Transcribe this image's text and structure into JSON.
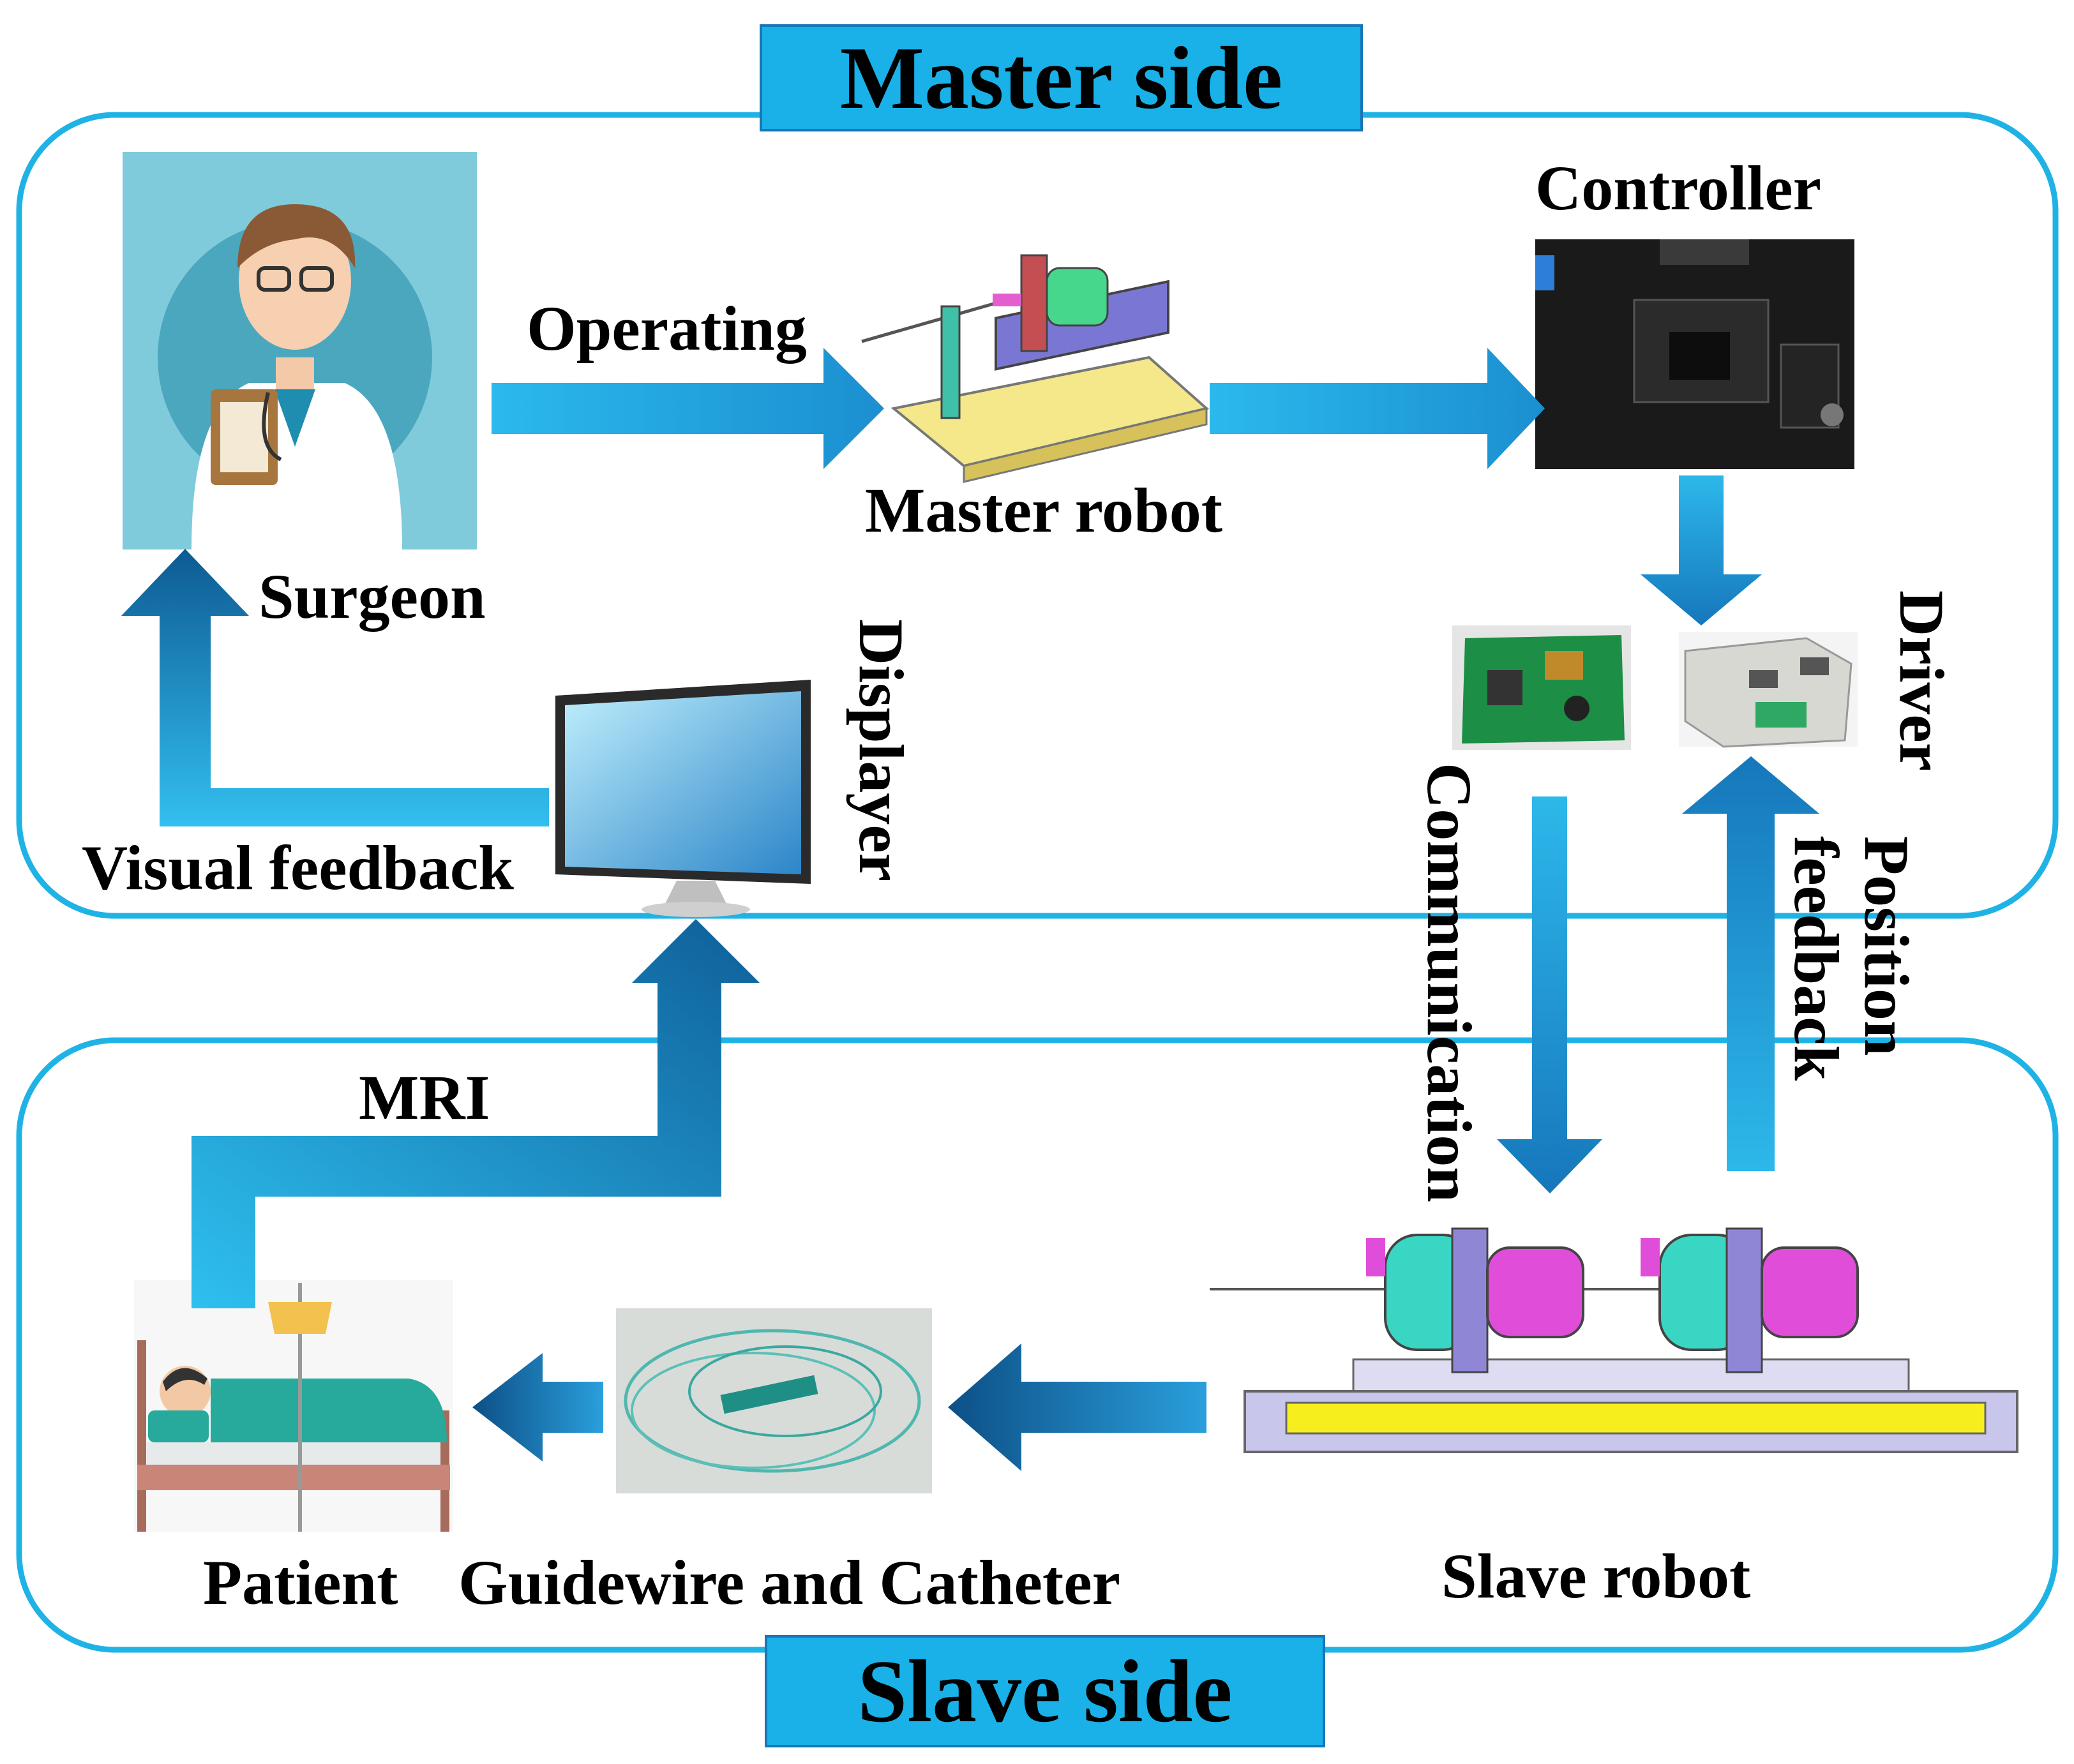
{
  "banners": {
    "master": "Master side",
    "slave": "Slave side"
  },
  "labels": {
    "operating": "Operating",
    "master_robot": "Master robot",
    "controller": "Controller",
    "surgeon": "Surgeon",
    "driver": "Driver",
    "displayer": "Displayer",
    "visual_feedback": "Visual feedback",
    "communication": "Communication",
    "position": "Position",
    "feedback": "feedback",
    "mri": "MRI",
    "patient": "Patient",
    "guidewire_catheter": "Guidewire and Catheter",
    "slave_robot": "Slave robot"
  },
  "colors": {
    "frame": "#1fb3e5",
    "banner_fill": "#19b1e8",
    "arrow_light": "#2bb6ea",
    "arrow_dark": "#0f5f99"
  }
}
